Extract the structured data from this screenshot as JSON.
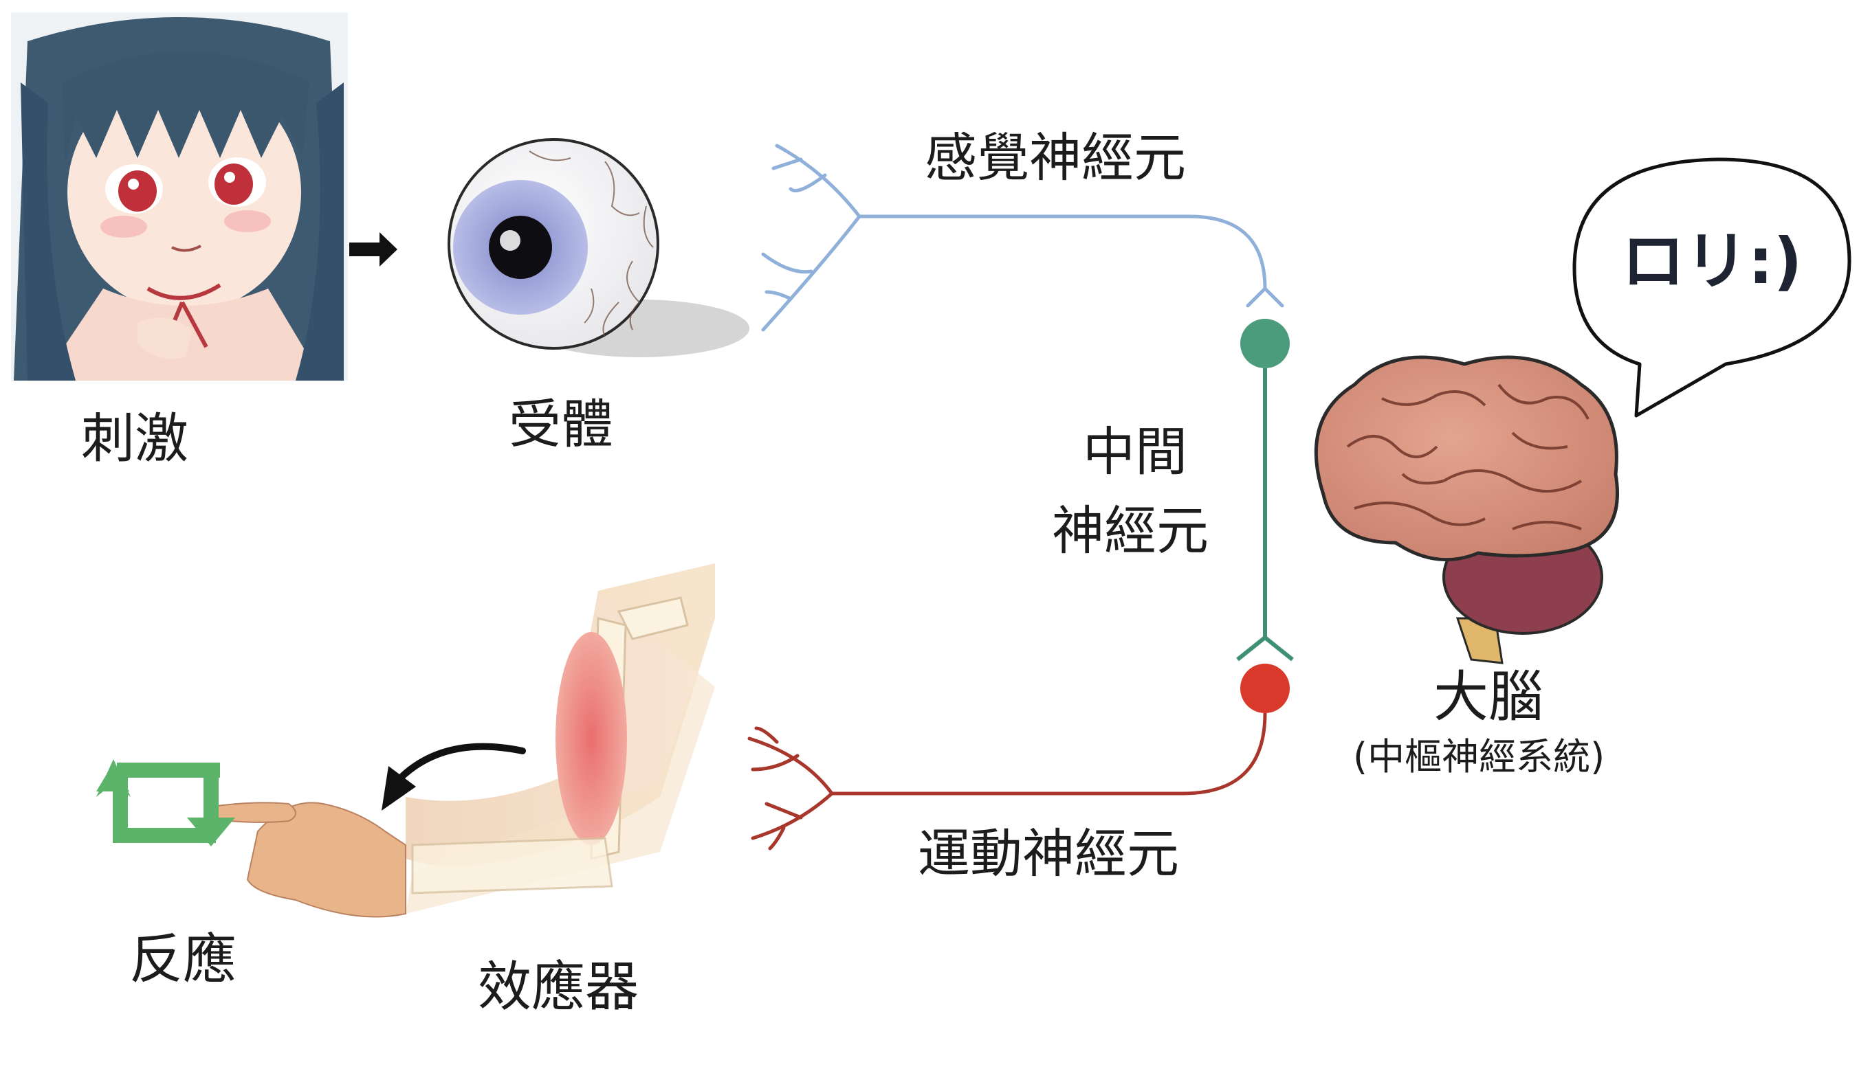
{
  "labels": {
    "stimulus": "刺激",
    "receptor": "受體",
    "sensory_neuron": "感覺神經元",
    "interneuron_line1": "中間",
    "interneuron_line2": "神經元",
    "motor_neuron": "運動神經元",
    "brain": "大腦",
    "cns": "(中樞神經系統)",
    "effector": "效應器",
    "response": "反應"
  },
  "speech_bubble": {
    "text": "ロリ:)"
  },
  "colors": {
    "sensory": "#8fb0d9",
    "interneuron": "#3f8f76",
    "interneuron_node": "#4a9c7c",
    "motor": "#a8362b",
    "motor_node": "#d9392b",
    "response_icon": "#5cb36a",
    "arrow": "#111111"
  },
  "icons": {
    "stimulus": "anime-girl-portrait",
    "receptor": "eyeball-icon",
    "brain": "brain-icon",
    "effector": "arm-muscle-icon",
    "response": "repeat-arrows-icon",
    "flow_arrow": "right-arrow-icon",
    "curved_arrow": "curved-arrow-icon"
  }
}
